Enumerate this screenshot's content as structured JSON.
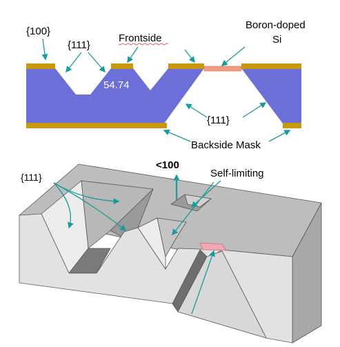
{
  "labels": {
    "orient_100": "{100}",
    "orient_111_top": "{111}",
    "frontside": "Frontside",
    "boron_line1": "Boron-doped",
    "boron_line2": "Si",
    "angle": "54.74",
    "orient_111_mid": "{111}",
    "backside_mask": "Backside Mask",
    "orient_111_3d": "{111}",
    "direction_100": "<100",
    "self_limiting": "Self-limiting"
  },
  "colors": {
    "silicon": "#6c6fd8",
    "mask": "#c8980c",
    "boron_layer": "#f29a82",
    "arrow": "#1a9a9a",
    "block_top": "#bdbdbd",
    "block_front": "#e2e2e2",
    "block_side": "#a8a8a8",
    "pit_wall_light": "#ececec",
    "pit_wall_dark": "#9a9a9a",
    "pit_floor": "#7a7a7a",
    "boron_patch": "#f2a8b4"
  }
}
